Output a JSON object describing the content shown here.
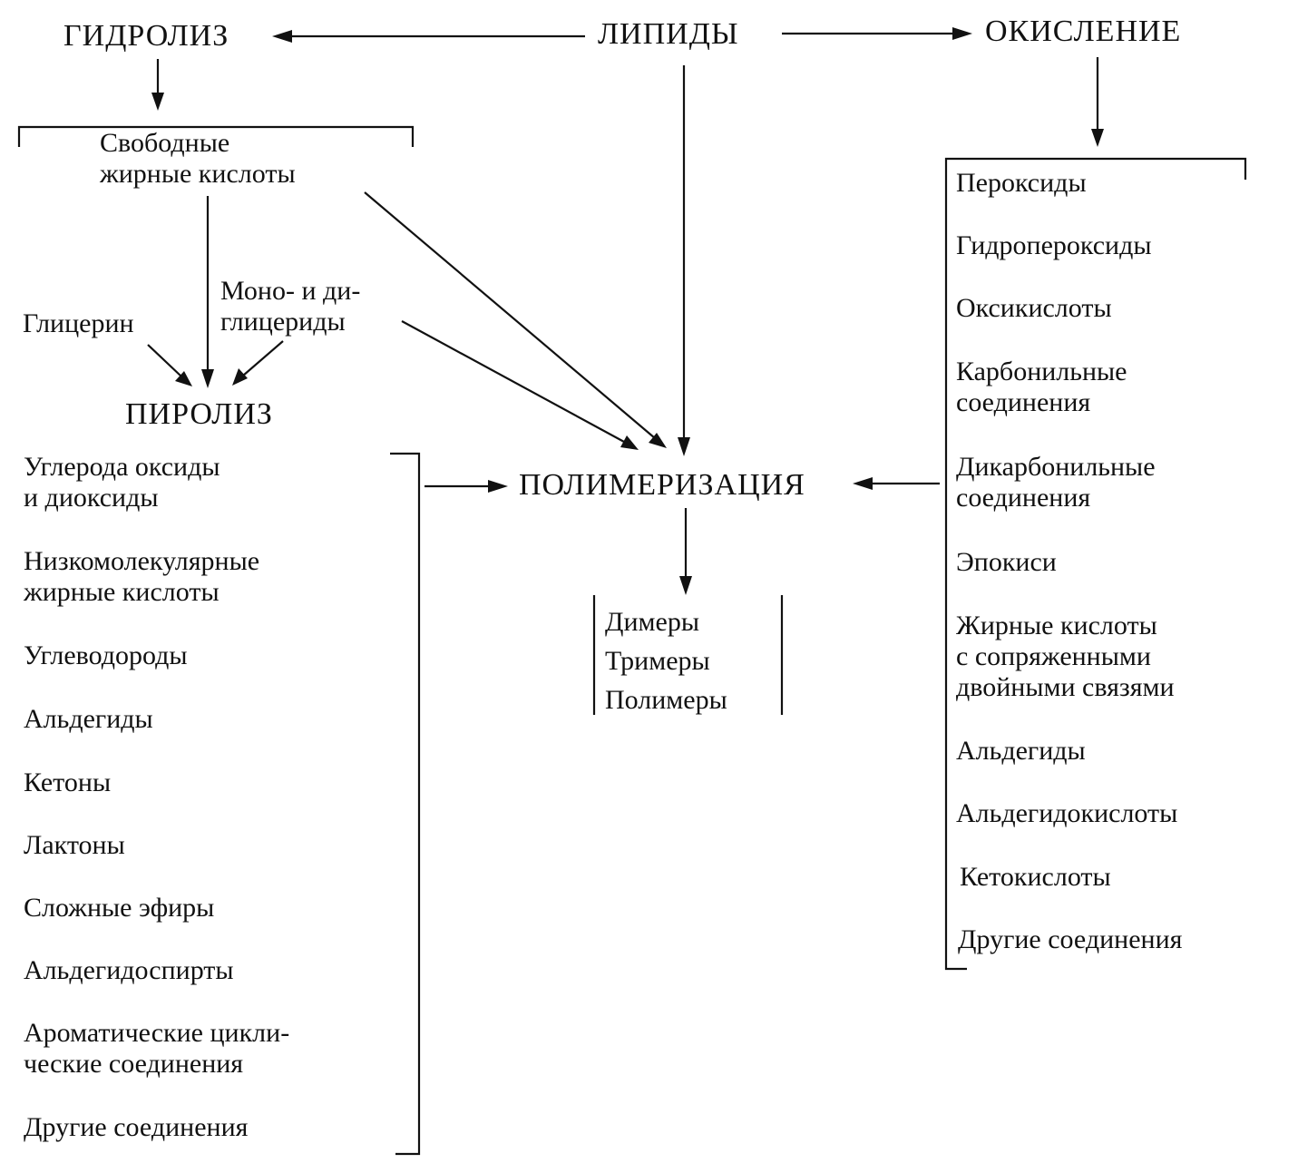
{
  "nodes": {
    "hydrolysis": "ГИДРОЛИЗ",
    "lipids": "ЛИПИДЫ",
    "oxidation": "ОКИСЛЕНИЕ",
    "pyrolysis": "ПИРОЛИЗ",
    "polymerization": "ПОЛИМЕРИЗАЦИЯ"
  },
  "hydrolysis_products": {
    "free_fatty_acids": [
      "Свободные",
      "жирные кислоты"
    ],
    "glycerol": "Глицерин",
    "mono_diglycerides": [
      "Моно- и ди-",
      "глицериды"
    ]
  },
  "pyrolysis_products": [
    [
      "Углерода оксиды",
      "и диоксиды"
    ],
    [
      "Низкомолекулярные",
      "жирные кислоты"
    ],
    [
      "Углеводороды"
    ],
    [
      "Альдегиды"
    ],
    [
      "Кетоны"
    ],
    [
      "Лактоны"
    ],
    [
      "Сложные эфиры"
    ],
    [
      "Альдегидоспирты"
    ],
    [
      "Ароматические цикли-",
      "ческие соединения"
    ],
    [
      "Другие соединения"
    ]
  ],
  "oxidation_products": [
    [
      "Пероксиды"
    ],
    [
      "Гидропероксиды"
    ],
    [
      "Оксикислоты"
    ],
    [
      "Карбонильные",
      "соединения"
    ],
    [
      "Дикарбонильные",
      "соединения"
    ],
    [
      "Эпокиси"
    ],
    [
      "Жирные кислоты",
      "с сопряженными",
      "двойными связями"
    ],
    [
      "Альдегиды"
    ],
    [
      "Альдегидокислоты"
    ],
    [
      "Кетокислоты"
    ],
    [
      "Другие соединения"
    ]
  ],
  "polymerization_products": [
    "Димеры",
    "Тримеры",
    "Полимеры"
  ]
}
